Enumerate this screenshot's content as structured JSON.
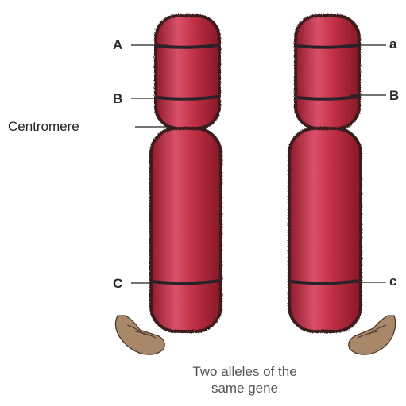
{
  "labels": {
    "left_A": "A",
    "left_B": "B",
    "left_C": "C",
    "centromere": "Centromere",
    "right_a": "a",
    "right_B": "B",
    "right_c": "c"
  },
  "caption": {
    "line1": "Two alleles of the",
    "line2": "same gene"
  },
  "colors": {
    "chromosome_fill": "#b8283a",
    "chromosome_highlight": "#d9506a",
    "chromosome_edge": "#3a1a1c",
    "band": "#2a2228",
    "leader_line": "#222222",
    "hand": "#a88868"
  }
}
